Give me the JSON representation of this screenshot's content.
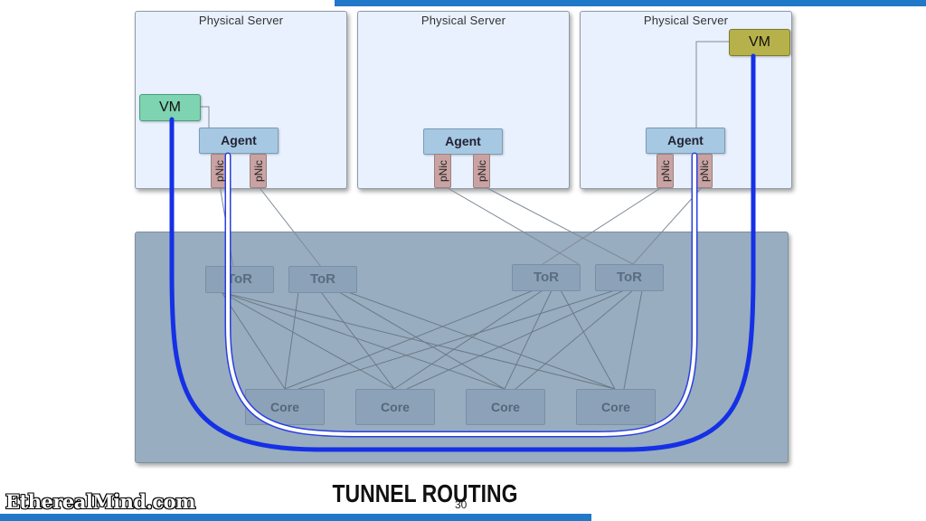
{
  "servers": [
    {
      "title": "Physical Server"
    },
    {
      "title": "Physical Server"
    },
    {
      "title": "Physical Server"
    }
  ],
  "agents": {
    "label": "Agent"
  },
  "pnic": {
    "label": "pNic"
  },
  "vms": {
    "left": "VM",
    "right": "VM"
  },
  "network": {
    "tor_label": "ToR",
    "core_label": "Core"
  },
  "colors": {
    "tunnel_outer": "#1530e6",
    "tunnel_inner": "#ffffff",
    "vm_green": "#7ed3b0",
    "vm_olive": "#b7b14c",
    "server_bg": "#e8f1fd",
    "network_bg": "#98adbf"
  },
  "slide": {
    "title": "TUNNEL ROUTING",
    "page_number": "30",
    "brand": "EtherealMind.com"
  }
}
